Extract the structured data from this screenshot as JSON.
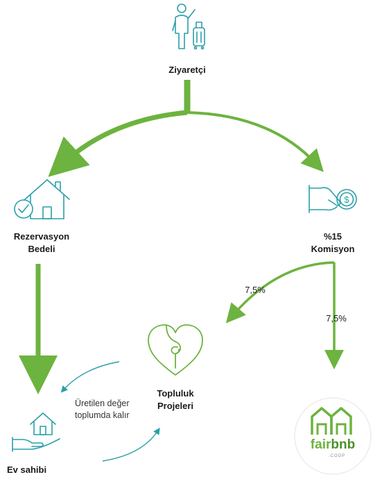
{
  "nodes": {
    "visitor": "Ziyaretçi",
    "booking_fee_line1": "Rezervasyon",
    "booking_fee_line2": "Bedeli",
    "commission_line1": "%15",
    "commission_line2": "Komisyon",
    "community_line1": "Topluluk",
    "community_line2": "Projeleri",
    "host": "Ev sahibi"
  },
  "labels": {
    "split_left": "7,5%",
    "split_right": "7,5%",
    "value_note_line1": "Üretilen değer",
    "value_note_line2": "toplumda kalır"
  },
  "logo": {
    "brand_fair": "fair",
    "brand_bnb": "bnb",
    "brand_suffix": ".COOP"
  },
  "colors": {
    "icon_teal": "#2a9fa8",
    "arrow_green": "#6db33f",
    "logo_green": "#6db33f",
    "text": "#1a1a1a"
  }
}
